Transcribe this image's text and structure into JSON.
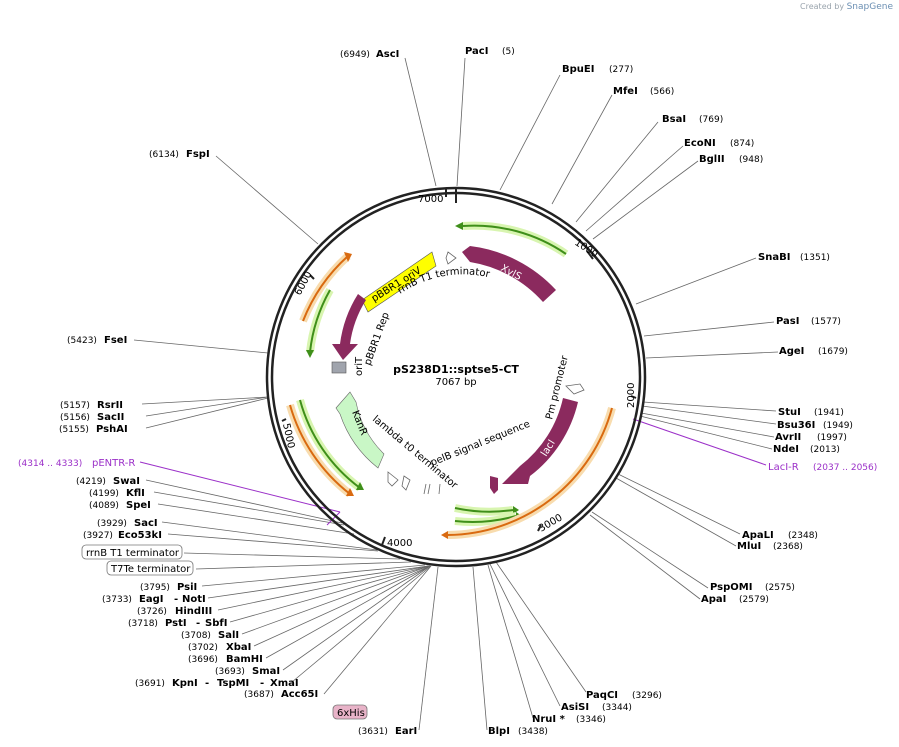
{
  "watermark": {
    "prefix": "Created by",
    "brand": "SnapGene"
  },
  "plasmid": {
    "name": "pS238D1::sptse5-CT",
    "length_label": "7067 bp",
    "length": 7067
  },
  "ring_ticks": [
    {
      "label": "1000",
      "pos": 1000
    },
    {
      "label": "2000",
      "pos": 2000
    },
    {
      "label": "3000",
      "pos": 3000
    },
    {
      "label": "4000",
      "pos": 4000
    },
    {
      "label": "5000",
      "pos": 5000
    },
    {
      "label": "6000",
      "pos": 6000
    },
    {
      "label": "7000",
      "pos": 7000
    }
  ],
  "enzymes": [
    {
      "name": "PacI",
      "pos": "(5)"
    },
    {
      "name": "BpuEI",
      "pos": "(277)"
    },
    {
      "name": "MfeI",
      "pos": "(566)"
    },
    {
      "name": "BsaI",
      "pos": "(769)"
    },
    {
      "name": "EcoNI",
      "pos": "(874)"
    },
    {
      "name": "BglII",
      "pos": "(948)"
    },
    {
      "name": "SnaBI",
      "pos": "(1351)"
    },
    {
      "name": "PasI",
      "pos": "(1577)"
    },
    {
      "name": "AgeI",
      "pos": "(1679)"
    },
    {
      "name": "StuI",
      "pos": "(1941)"
    },
    {
      "name": "Bsu36I",
      "pos": "(1949)"
    },
    {
      "name": "AvrII",
      "pos": "(1997)"
    },
    {
      "name": "NdeI",
      "pos": "(2013)"
    },
    {
      "name": "ApaLI",
      "pos": "(2348)"
    },
    {
      "name": "MluI",
      "pos": "(2368)"
    },
    {
      "name": "PspOMI",
      "pos": "(2575)"
    },
    {
      "name": "ApaI",
      "pos": "(2579)"
    },
    {
      "name": "PaqCI",
      "pos": "(3296)"
    },
    {
      "name": "AsiSI",
      "pos": "(3344)"
    },
    {
      "name": "NruI *",
      "pos": "(3346)"
    },
    {
      "name": "BlpI",
      "pos": "(3438)"
    },
    {
      "name": "EarI",
      "pos": "(3631)"
    },
    {
      "name": "Acc65I",
      "pos": "(3687)"
    },
    {
      "name": "KpnI",
      "pos": "(3691)"
    },
    {
      "name": "TspMI",
      "pos": ""
    },
    {
      "name": "XmaI",
      "pos": ""
    },
    {
      "name": "SmaI",
      "pos": "(3693)"
    },
    {
      "name": "BamHI",
      "pos": "(3696)"
    },
    {
      "name": "XbaI",
      "pos": "(3702)"
    },
    {
      "name": "SalI",
      "pos": "(3708)"
    },
    {
      "name": "PstI",
      "pos": "(3718)"
    },
    {
      "name": "SbfI",
      "pos": ""
    },
    {
      "name": "HindIII",
      "pos": "(3726)"
    },
    {
      "name": "EagI",
      "pos": "(3733)"
    },
    {
      "name": "NotI",
      "pos": ""
    },
    {
      "name": "PsiI",
      "pos": "(3795)"
    },
    {
      "name": "Eco53kI",
      "pos": "(3927)"
    },
    {
      "name": "SacI",
      "pos": "(3929)"
    },
    {
      "name": "SpeI",
      "pos": "(4089)"
    },
    {
      "name": "KflI",
      "pos": "(4199)"
    },
    {
      "name": "SwaI",
      "pos": "(4219)"
    },
    {
      "name": "PshAI",
      "pos": "(5155)"
    },
    {
      "name": "SacII",
      "pos": "(5156)"
    },
    {
      "name": "RsrII",
      "pos": "(5157)"
    },
    {
      "name": "FseI",
      "pos": "(5423)"
    },
    {
      "name": "FspI",
      "pos": "(6134)"
    },
    {
      "name": "AscI",
      "pos": "(6949)"
    }
  ],
  "primers": [
    {
      "name": "LacI-R",
      "pos": "(2037 .. 2056)"
    },
    {
      "name": "pENTR-R",
      "pos": "(4314 .. 4333)"
    }
  ],
  "boxed_labels": [
    {
      "text": "rrnB T1 terminator"
    },
    {
      "text": "T7Te terminator"
    },
    {
      "text": "6xHis"
    }
  ],
  "features": [
    {
      "label": "XylS",
      "color": "#8b2a5e"
    },
    {
      "label": "pBBR1 oriV",
      "color": "#ffff00"
    },
    {
      "label": "rrnB T1 terminator",
      "color": "#ffffff"
    },
    {
      "label": "pBBR1 Rep",
      "color": "#8b2a5e"
    },
    {
      "label": "oriT",
      "color": "#a0a4ad"
    },
    {
      "label": "Pm promoter",
      "color": "#ffffff"
    },
    {
      "label": "lacI",
      "color": "#8b2a5e"
    },
    {
      "label": "pelB signal sequence",
      "color": "#8b2a5e"
    },
    {
      "label": "lambda t0 terminator",
      "color": "#ffffff"
    },
    {
      "label": "KanR",
      "color": "#c9f7c6"
    }
  ],
  "colors": {
    "ring": "#222222",
    "orf_green": "#3f8f1a",
    "orf_green_glow": "#d8f5b0",
    "orf_orange": "#d96a10",
    "orf_orange_glow": "#f8dcae",
    "primer": "#9b30c8",
    "his_box": "#e8b3c8"
  }
}
